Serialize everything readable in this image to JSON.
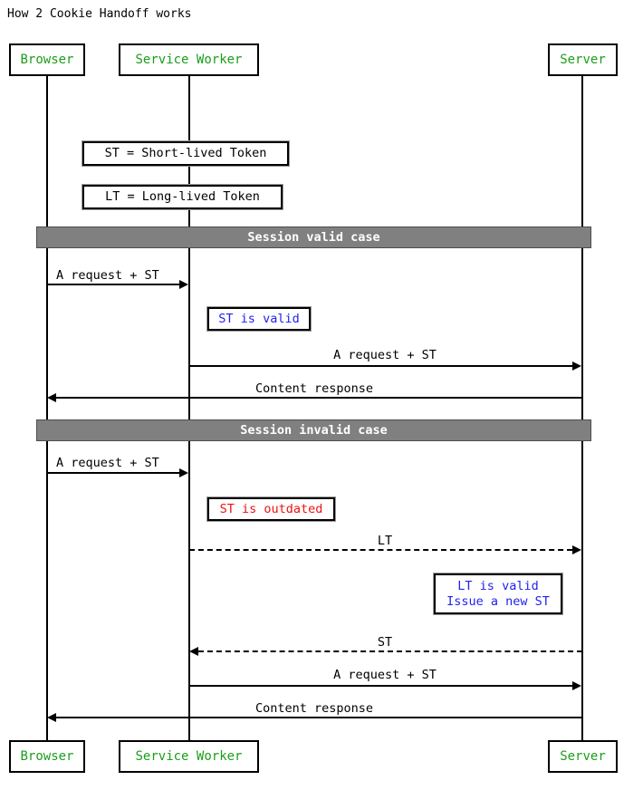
{
  "diagram": {
    "title": "How 2 Cookie Handoff works",
    "type": "sequence-diagram",
    "colors": {
      "participant_text": "#1a9e1a",
      "note_black": "#000000",
      "note_blue": "#2222ee",
      "note_red": "#ee1111",
      "divider_bg": "#808080",
      "divider_text": "#ffffff",
      "line": "#000000",
      "background": "#ffffff"
    }
  },
  "participants": [
    {
      "id": "browser",
      "label": "Browser"
    },
    {
      "id": "service_worker",
      "label": "Service Worker"
    },
    {
      "id": "server",
      "label": "Server"
    }
  ],
  "participants_bottom": [
    {
      "id": "browser",
      "label": "Browser"
    },
    {
      "id": "service_worker",
      "label": "Service Worker"
    },
    {
      "id": "server",
      "label": "Server"
    }
  ],
  "legend_notes": [
    {
      "id": "st-note",
      "text": "ST = Short-lived Token",
      "color": "black"
    },
    {
      "id": "lt-note",
      "text": "LT = Long-lived Token",
      "color": "black"
    }
  ],
  "sections": [
    {
      "id": "valid",
      "label": "Session valid case"
    },
    {
      "id": "invalid",
      "label": "Session invalid case"
    }
  ],
  "messages": [
    {
      "id": "m1",
      "label": "A request + ST",
      "from": "browser",
      "to": "service_worker",
      "style": "solid",
      "direction": "right"
    },
    {
      "id": "m2",
      "label": "A request + ST",
      "from": "service_worker",
      "to": "server",
      "style": "solid",
      "direction": "right"
    },
    {
      "id": "m3",
      "label": "Content response",
      "from": "server",
      "to": "browser",
      "style": "solid",
      "direction": "left"
    },
    {
      "id": "m4",
      "label": "A request + ST",
      "from": "browser",
      "to": "service_worker",
      "style": "solid",
      "direction": "right"
    },
    {
      "id": "m5",
      "label": "LT",
      "from": "service_worker",
      "to": "server",
      "style": "dashed",
      "direction": "right"
    },
    {
      "id": "m6",
      "label": "ST",
      "from": "server",
      "to": "service_worker",
      "style": "dashed",
      "direction": "left"
    },
    {
      "id": "m7",
      "label": "A request + ST",
      "from": "service_worker",
      "to": "server",
      "style": "solid",
      "direction": "right"
    },
    {
      "id": "m8",
      "label": "Content response",
      "from": "server",
      "to": "browser",
      "style": "solid",
      "direction": "left"
    }
  ],
  "inline_notes": [
    {
      "id": "st-valid",
      "text": "ST is valid",
      "color": "blue"
    },
    {
      "id": "st-outdated",
      "text": "ST is outdated",
      "color": "red"
    },
    {
      "id": "lt-valid",
      "line1": "LT is valid",
      "line2": "Issue a new ST",
      "color": "blue"
    }
  ]
}
